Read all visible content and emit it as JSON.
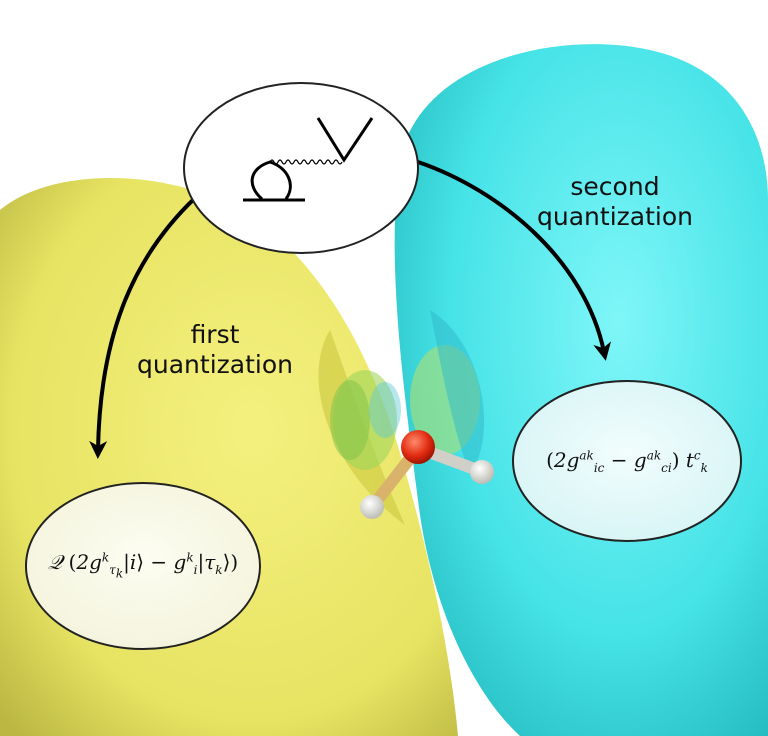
{
  "labels": {
    "first": [
      "first",
      "quantization"
    ],
    "second": [
      "second",
      "quantization"
    ]
  },
  "equations": {
    "first_quantization": "𝒬 (2g^k_{τ_k} |i⟩ − g^k_i |τ_k⟩)",
    "second_quantization": "(2g^{ak}_{ic} − g^{ak}_{ci}) t^c_k"
  },
  "diagram_center": "interaction diagram (loop, wavy line, vertex)",
  "colors": {
    "first_region": "#e8e455",
    "second_region": "#3fe0e4",
    "arrow": "#000000",
    "bubble": "#ffffff",
    "oxygen": "#e02a10",
    "hydrogen": "#e8e8e8"
  }
}
